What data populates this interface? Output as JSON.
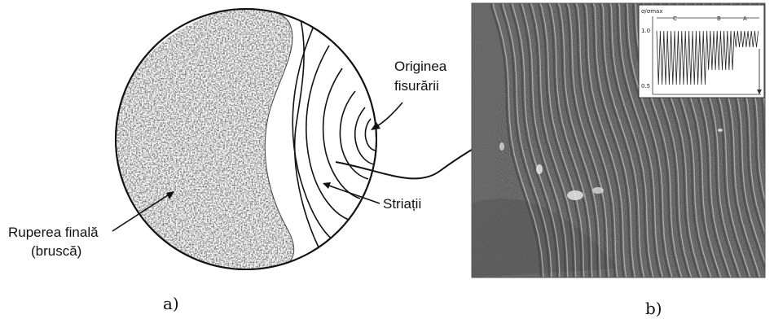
{
  "panel_a": {
    "label_origin_line1": "Originea",
    "label_origin_line2": "fisurării",
    "label_striations": "Striații",
    "label_final_line1": "Ruperea finală",
    "label_final_line2": "(bruscă)",
    "caption": "a)"
  },
  "panel_b": {
    "caption": "b)",
    "inset": {
      "y_axis_label": "σ/σmax",
      "tick_top": "1.0",
      "tick_bottom": "0.5",
      "seg_c": "C",
      "seg_b": "B",
      "seg_a": "A"
    }
  },
  "colors": {
    "ink": "#111111",
    "fracture_fill": "#8d8d8d",
    "photo_base": "#8f8f8f"
  }
}
